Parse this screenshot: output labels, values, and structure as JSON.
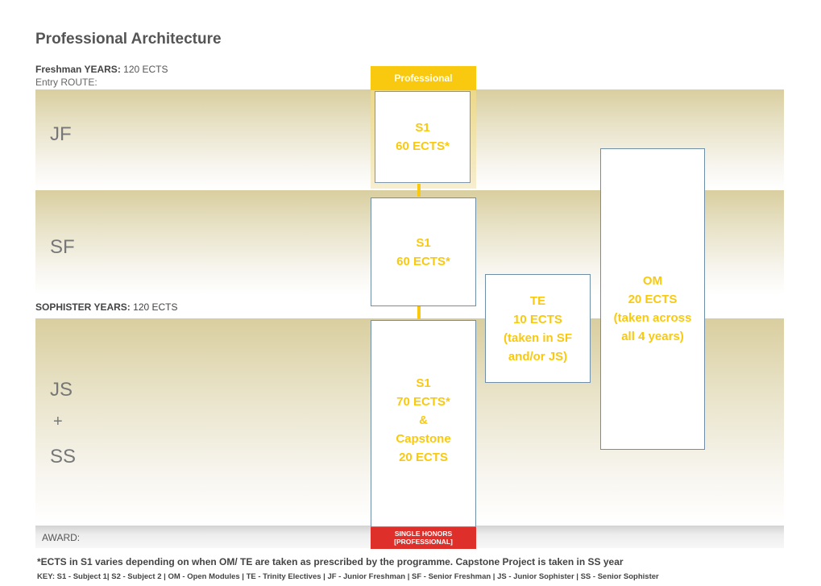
{
  "title": "Professional Architecture",
  "freshman": {
    "label": "Freshman YEARS:",
    "value": "120 ECTS"
  },
  "entry_route": "Entry ROUTE:",
  "sophister": {
    "label": "SOPHISTER YEARS:",
    "value": "120 ECTS"
  },
  "years": {
    "jf": "JF",
    "sf": "SF",
    "js": "JS",
    "plus": "+",
    "ss": "SS"
  },
  "award_label": "AWARD:",
  "route_header": "Professional",
  "boxes": {
    "s1_jf": {
      "line1": "S1",
      "line2": "60 ECTS*"
    },
    "s1_sf": {
      "line1": "S1",
      "line2": "60 ECTS*"
    },
    "s1_js": {
      "line1": "S1",
      "line2": "70 ECTS*",
      "line3": "&",
      "line4": "Capstone",
      "line5": "20 ECTS"
    },
    "te": {
      "line1": "TE",
      "line2": "10 ECTS",
      "line3": "(taken in SF",
      "line4": "and/or JS)"
    },
    "om": {
      "line1": "OM",
      "line2": "20 ECTS",
      "line3": "(taken across",
      "line4": "all 4 years)"
    }
  },
  "award_badge": {
    "line1": "SINGLE HONORS",
    "line2": "[PROFESSIONAL]"
  },
  "footnote": "*ECTS in S1 varies depending on when OM/ TE are taken as prescribed by the programme. Capstone Project is taken in SS year",
  "key": "KEY: S1 - Subject 1| S2 - Subject 2 | OM - Open Modules | TE - Trinity Electives | JF - Junior Freshman | SF - Senior Freshman | JS - Junior Sophister | SS - Senior Sophister",
  "colors": {
    "accent": "#f9c90f",
    "award": "#de2f2b",
    "box_border": "#6f8fa8",
    "band": "#d9ce9f"
  }
}
